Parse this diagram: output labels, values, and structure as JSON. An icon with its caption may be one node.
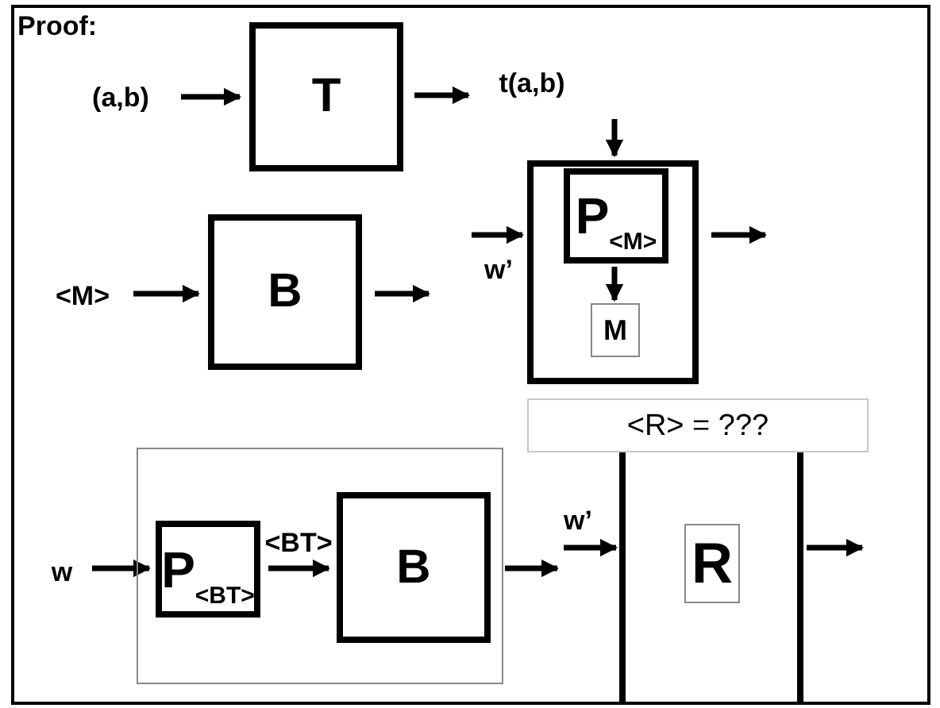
{
  "diagram": {
    "title": "Proof:",
    "nodes": [
      {
        "text": [
          "(a,b)"
        ]
      },
      {
        "text": [
          "T"
        ]
      },
      {
        "text": [
          "t(a,b)"
        ]
      },
      {
        "text": [
          "<M>"
        ]
      },
      {
        "text": [
          "B"
        ]
      },
      {
        "text": [],
        "shape": "box"
      },
      {
        "text": [
          "P$_{<M>}$"
        ],
        "in": 5
      },
      {
        "text": [
          "M"
        ],
        "in": 5
      },
      {
        "text": [
          "w"
        ]
      },
      {
        "text": [],
        "shape": "box"
      },
      {
        "text": [
          "P$_{<BT>}$"
        ],
        "in": 9
      },
      {
        "text": [
          "B"
        ],
        "in": 9
      },
      {
        "text": [
          "<R> = ???"
        ]
      },
      {
        "text": [],
        "shape": "box"
      },
      {
        "text": [
          "R"
        ],
        "in": 13
      }
    ],
    "edges": [
      {
        "from": 0,
        "to": 1,
        "arrow": "to"
      },
      {
        "from": 1,
        "to": 2,
        "arrow": "to"
      },
      {
        "from": 3,
        "to": 4,
        "arrow": "to"
      },
      {
        "from": 4,
        "to": null,
        "arrow": "to"
      },
      {
        "from": null,
        "to": 5,
        "arrow": "to",
        "label": "w’"
      },
      {
        "from": null,
        "to": 5,
        "arrow": "to"
      },
      {
        "from": 6,
        "to": 7,
        "arrow": "to"
      },
      {
        "from": 5,
        "to": null,
        "arrow": "to"
      },
      {
        "from": 8,
        "to": 10,
        "arrow": "to"
      },
      {
        "from": 10,
        "to": 11,
        "arrow": "to",
        "label": "<BT>"
      },
      {
        "from": 9,
        "to": null,
        "arrow": "to"
      },
      {
        "from": null,
        "to": 13,
        "arrow": "to",
        "label": "w’"
      },
      {
        "from": 13,
        "to": null,
        "arrow": "to"
      }
    ]
  }
}
